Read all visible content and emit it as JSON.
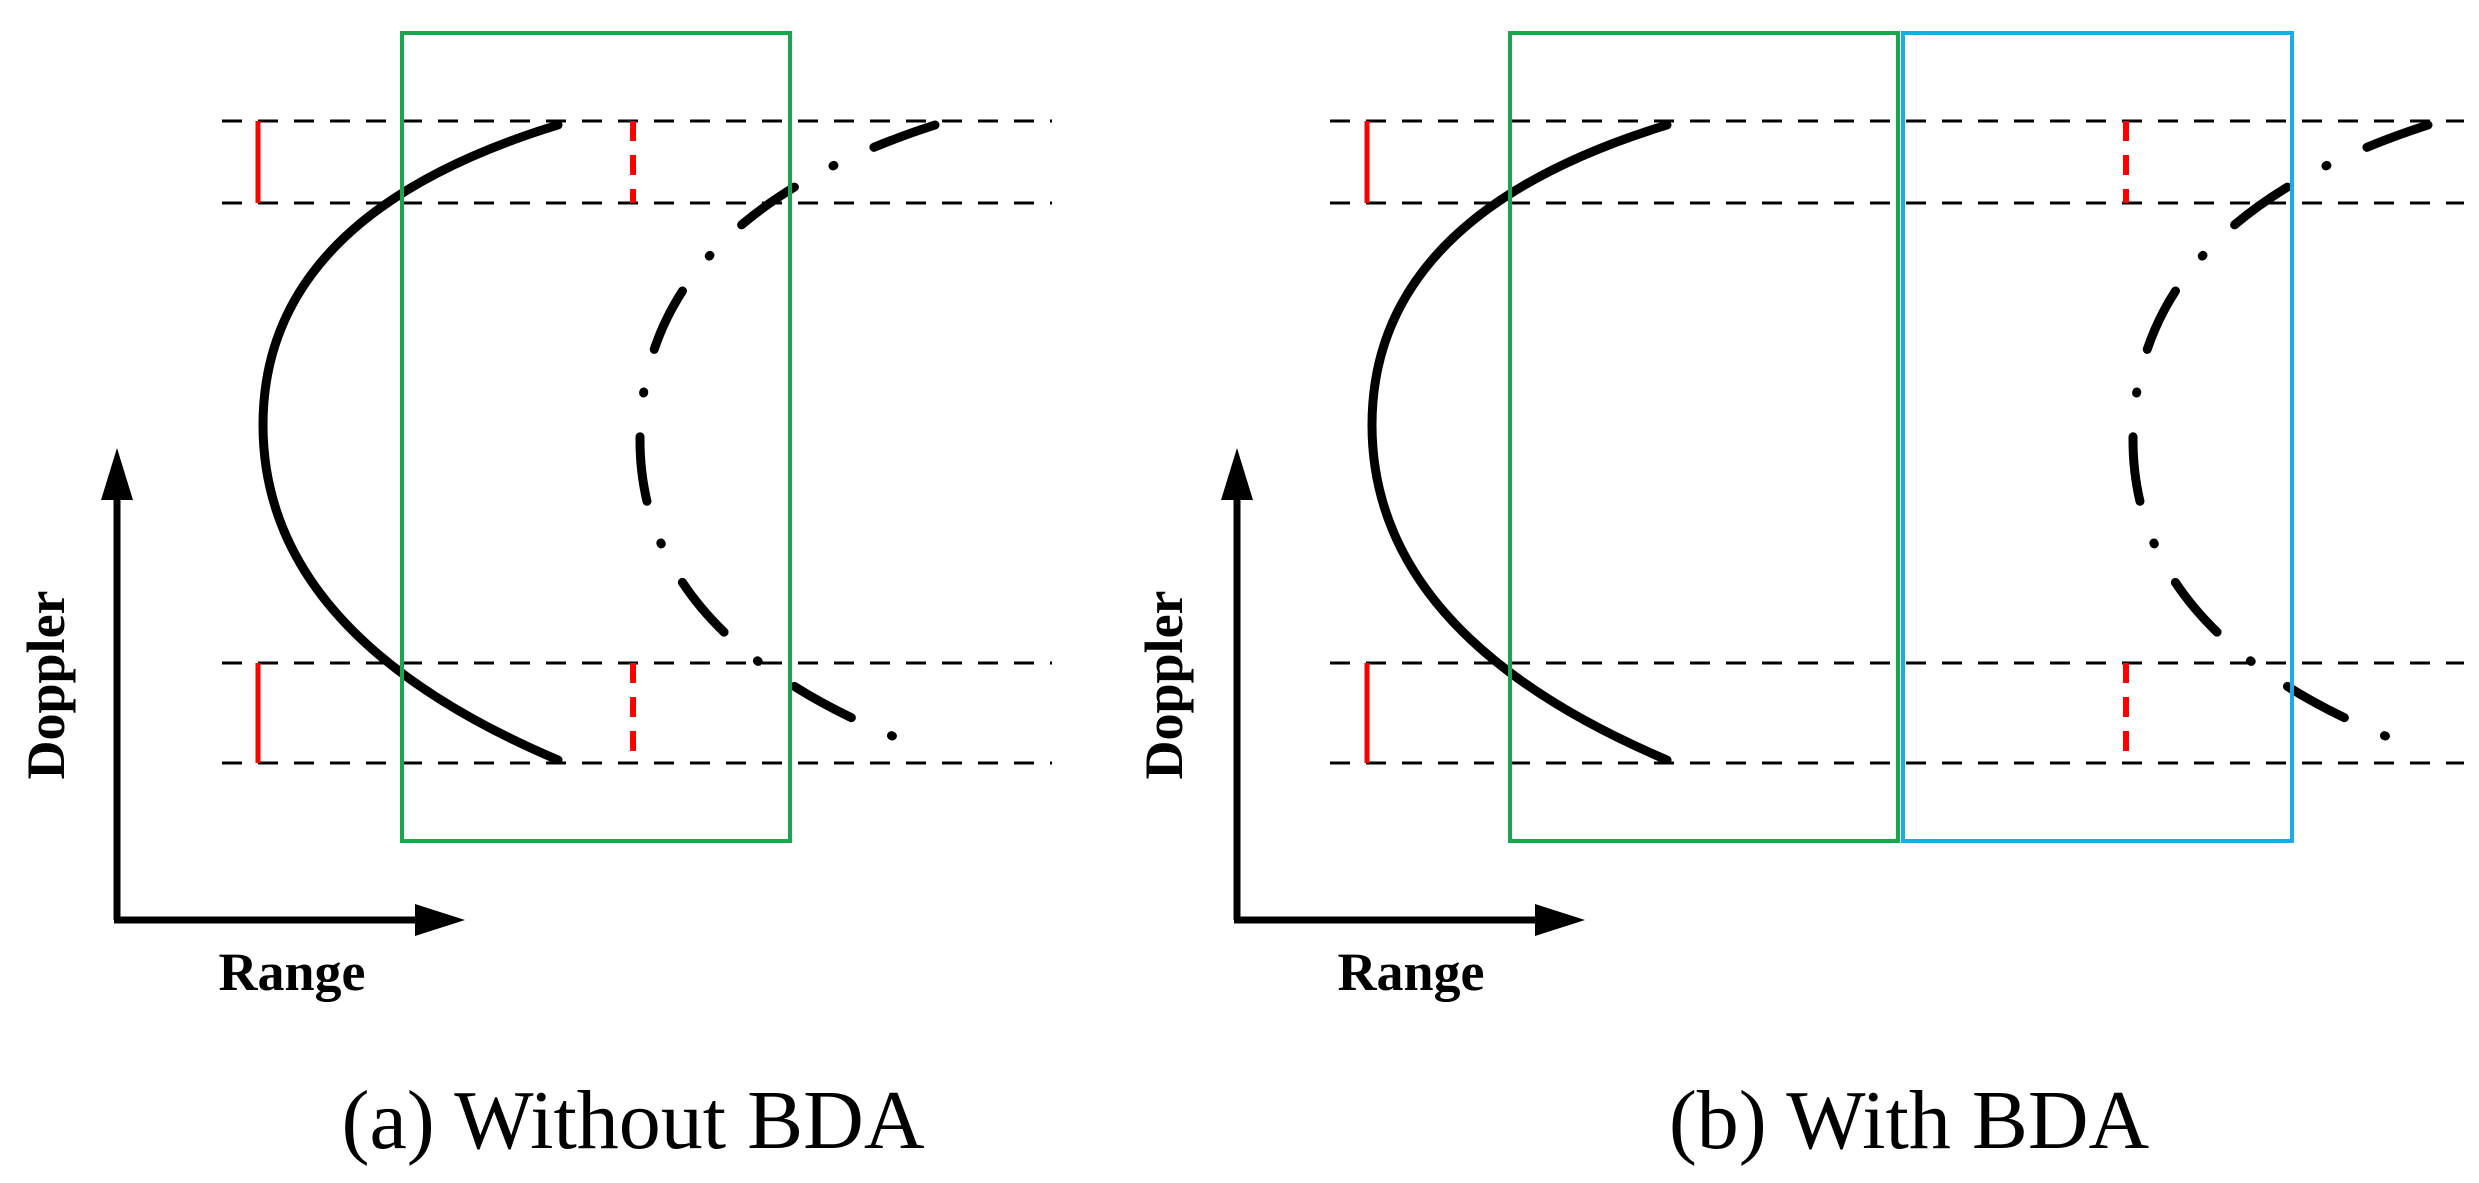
{
  "panels": [
    {
      "caption": "(a) Without BDA",
      "axis_x_label": "Range",
      "axis_y_label": "Doppler",
      "colors": {
        "window_primary": "#1aa64f",
        "bandwidth_marker": "#ff0000",
        "curve": "#000000"
      }
    },
    {
      "caption": "(b) With BDA",
      "axis_x_label": "Range",
      "axis_y_label": "Doppler",
      "colors": {
        "window_primary": "#1aa64f",
        "window_secondary": "#1aace4",
        "bandwidth_marker": "#ff0000",
        "curve": "#000000"
      }
    }
  ]
}
